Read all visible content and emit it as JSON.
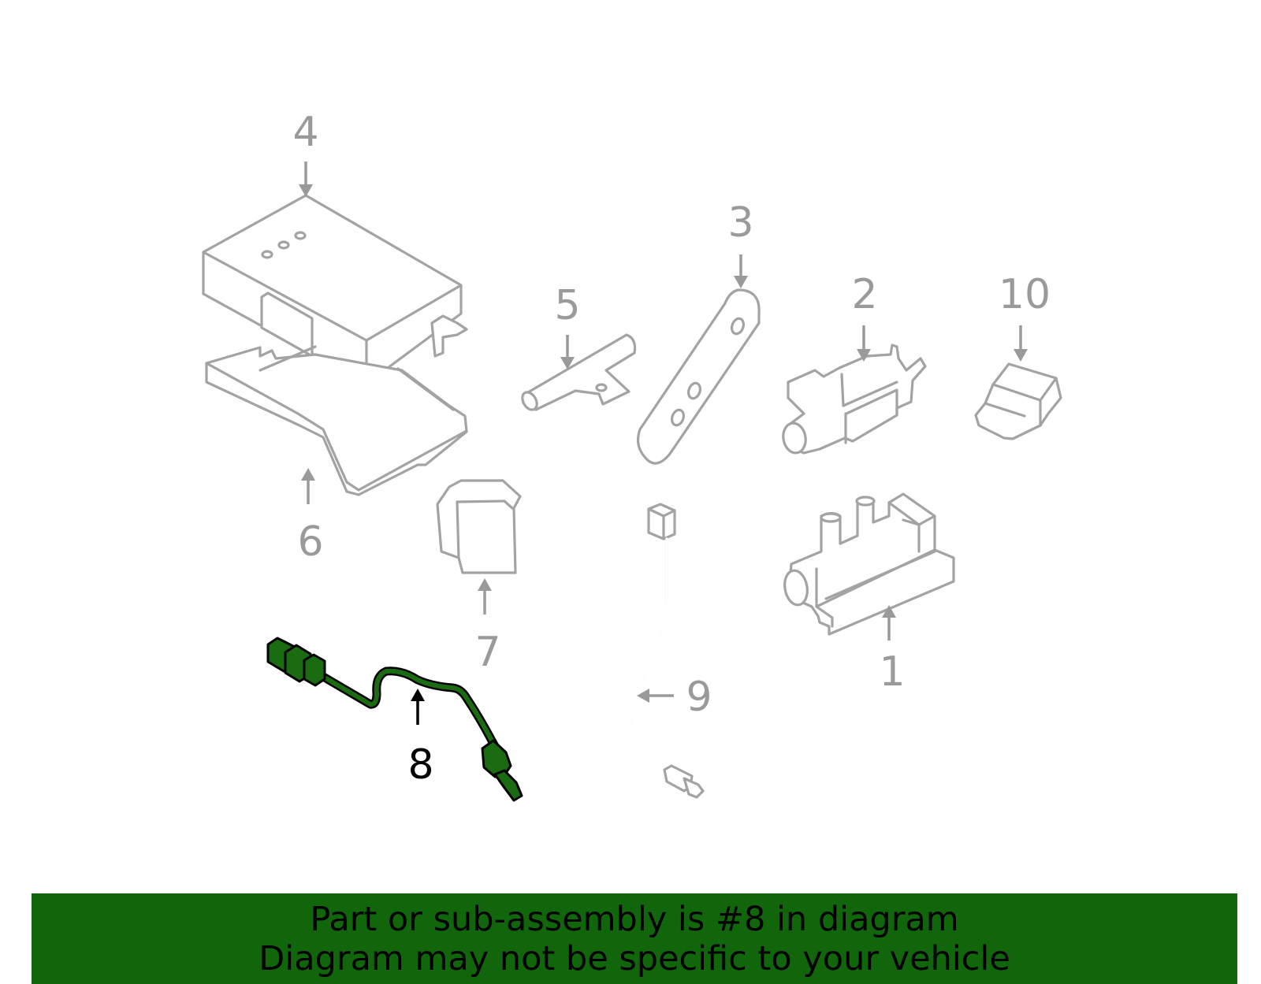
{
  "callouts": {
    "c1": "1",
    "c2": "2",
    "c3": "3",
    "c4": "4",
    "c5": "5",
    "c6": "6",
    "c7": "7",
    "c8": "8",
    "c9": "9",
    "c10": "10"
  },
  "selected_part": "8",
  "colors": {
    "highlight_part": "#1a6b12",
    "banner_background": "#11660c",
    "part_outline": "#a3a3a3",
    "callout_text": "#9a9a9a",
    "selected_callout": "#000000"
  },
  "banner": {
    "line1": "Part or sub-assembly is #8 in diagram",
    "line2": "Diagram may not be specific to your vehicle"
  }
}
